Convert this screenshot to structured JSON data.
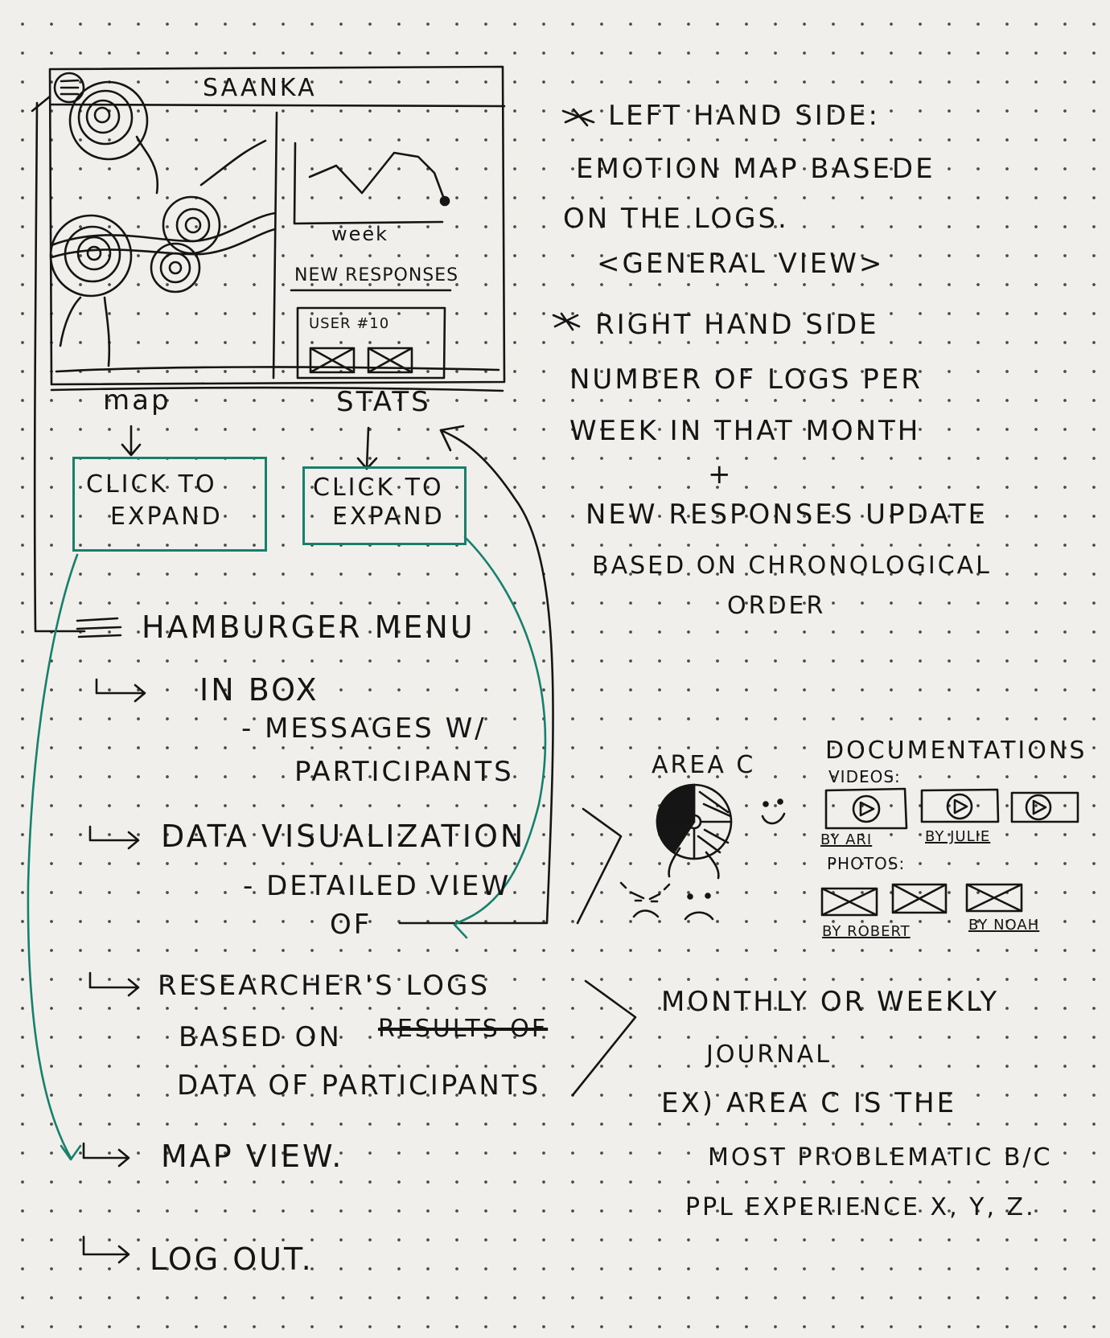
{
  "wireframe": {
    "app_title": "SAANKA",
    "chart_xlabel": "week",
    "new_responses_label": "NEW RESPONSES",
    "user_label": "USER #10",
    "map_caption": "map",
    "stats_caption": "STATS",
    "expand_left": [
      "CLICK TO",
      "EXPAND"
    ],
    "expand_right": [
      "CLICK TO",
      "EXPAND"
    ]
  },
  "notes_right": {
    "left_hand_side": "LEFT HAND SIDE:",
    "emotion_line1": "EMOTION MAP BASEDE",
    "emotion_line2": "ON THE LOGS.",
    "general_view": "<GENERAL VIEW>",
    "right_hand_side": "RIGHT HAND SIDE",
    "number_line1": "NUMBER OF LOGS PER",
    "number_line2": "WEEK IN THAT MONTH",
    "plus": "+",
    "responses_line1": "NEW RESPONSES UPDATE",
    "responses_line2": "BASED ON CHRONOLOGICAL",
    "responses_line3": "ORDER"
  },
  "menu": {
    "title": "HAMBURGER MENU",
    "inbox": "IN BOX",
    "inbox_sub1": "- MESSAGES W/",
    "inbox_sub2": "PARTICIPANTS",
    "dataviz": "DATA VISUALIZATION",
    "dataviz_sub1": "- DETAILED VIEW",
    "dataviz_sub2": "OF",
    "logs": "RESEARCHER'S LOGS",
    "logs_sub1": "BASED ON",
    "logs_struck": "RESULTS OF",
    "logs_sub2": "DATA OF PARTICIPANTS",
    "map_view": "MAP VIEW.",
    "log_out": "LOG OUT."
  },
  "area": {
    "title": "AREA C",
    "doc_title": "DOCUMENTATIONS",
    "videos_label": "VIDEOS:",
    "by_ari": "BY ARI",
    "by_julie": "BY JULIE",
    "photos_label": "PHOTOS:",
    "by_robert": "BY ROBERT",
    "by_noah": "BY NOAH"
  },
  "journal": {
    "line1": "MONTHLY OR WEEKLY",
    "line2": "JOURNAL",
    "ex1": "EX) AREA C IS THE",
    "ex2": "MOST PROBLEMATIC B/C",
    "ex3": "PPL EXPERIENCE X, Y, Z."
  },
  "colors": {
    "ink": "#151515",
    "green": "#16806c",
    "paper": "#f1efeb"
  },
  "icons": [
    "hamburger-icon",
    "star-bullet-icon",
    "arrow-icon",
    "video-play-icon",
    "photo-placeholder-icon",
    "smiley-icon",
    "angry-face-icon",
    "sad-face-icon",
    "pie-icon"
  ]
}
